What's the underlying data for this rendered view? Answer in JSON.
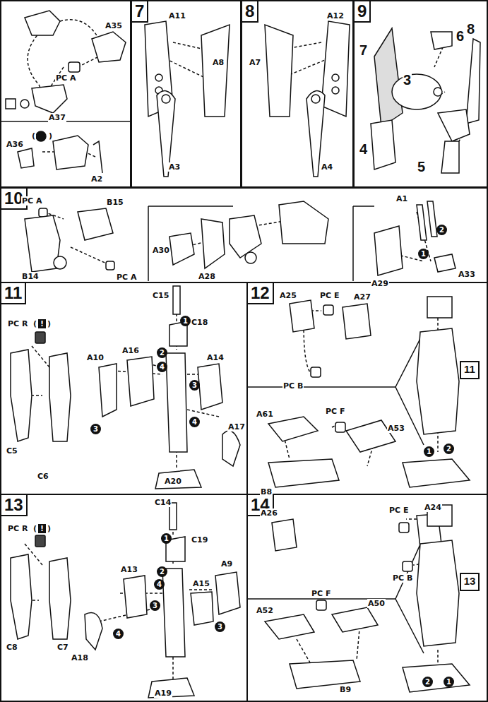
{
  "diagram": {
    "nodes": [
      {
        "text": [
          "7"
        ]
      },
      {
        "text": [
          "8"
        ]
      },
      {
        "text": [
          "9"
        ]
      },
      {
        "text": [
          "10"
        ]
      },
      {
        "text": [
          "11"
        ]
      },
      {
        "text": [
          "12"
        ]
      },
      {
        "text": [
          "13"
        ]
      },
      {
        "text": [
          "14"
        ]
      },
      {
        "text": [
          "11"
        ],
        "in": 5
      },
      {
        "text": [
          "13"
        ],
        "in": 7
      }
    ],
    "labels": [
      "A35",
      "PC A",
      "A37",
      "(",
      ")",
      "A36",
      "A2",
      "A11",
      "A8",
      "A3",
      "A12",
      "A7",
      "A4",
      "6",
      "7",
      "3",
      "8",
      "4",
      "5",
      "PC A",
      "B15",
      "B14",
      "PC A",
      "A30",
      "A28",
      "A1",
      "A29",
      "A33",
      "1",
      "2",
      "PC R",
      "(",
      "!",
      ")",
      "C5",
      "C6",
      "C15",
      "C18",
      "A10",
      "A16",
      "A14",
      "A17",
      "A20",
      "1",
      "2",
      "3",
      "3",
      "4",
      "4",
      "A25",
      "PC E",
      "A27",
      "PC B",
      "A61",
      "PC F",
      "A53",
      "B8",
      "1",
      "2",
      "PC R",
      "(",
      "!",
      ")",
      "C7",
      "C8",
      "C14",
      "C19",
      "A13",
      "A15",
      "A9",
      "A18",
      "A19",
      "1",
      "2",
      "3",
      "3",
      "4",
      "4",
      "PC E",
      "A24",
      "A26",
      "PC B",
      "A52",
      "PC F",
      "A50",
      "B9",
      "2",
      "1"
    ]
  }
}
